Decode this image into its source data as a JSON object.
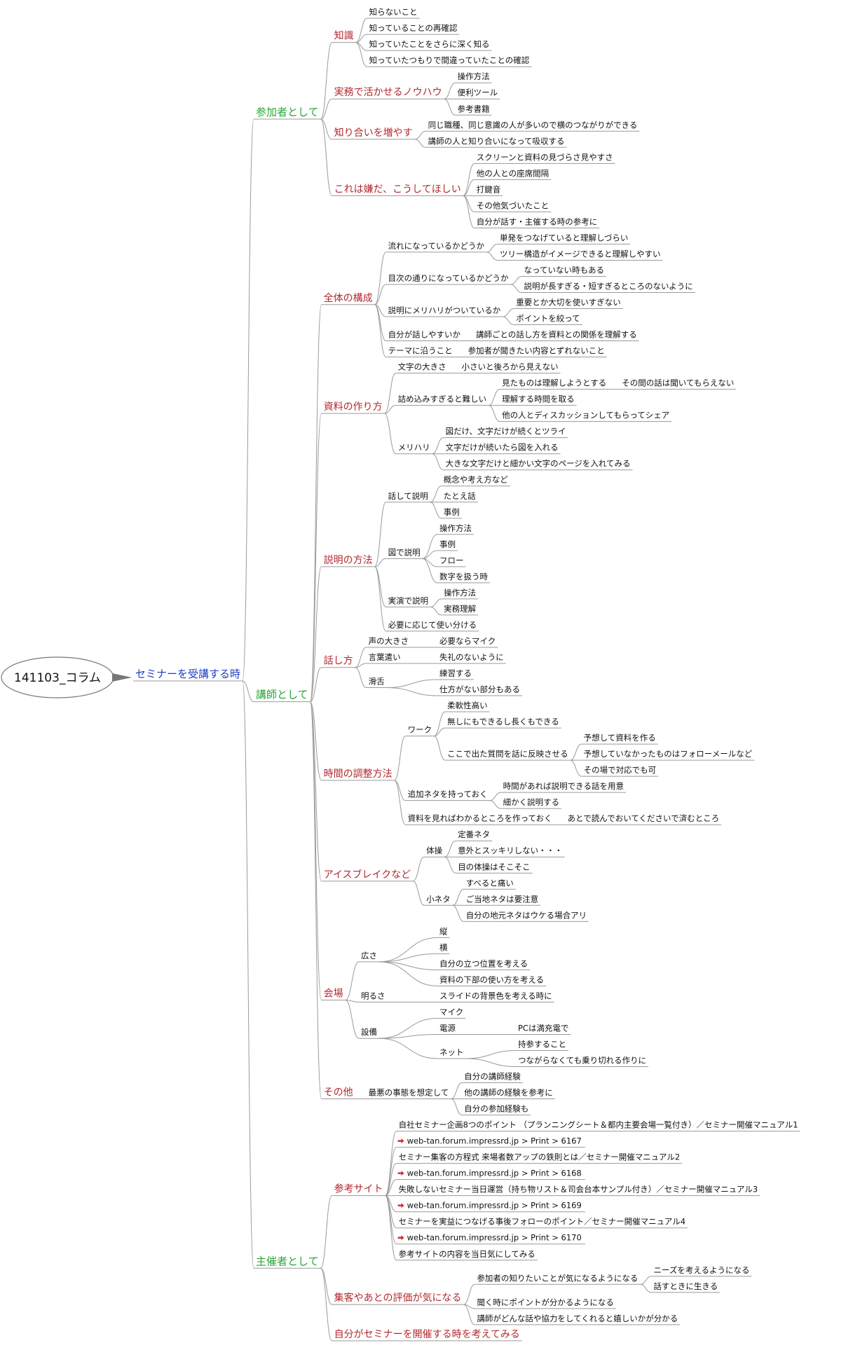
{
  "root": "141103_コラム",
  "colors": {
    "level1": "#1a3cc8",
    "level2": "#26a634",
    "level3": "#b3282e",
    "leaf": "#111111",
    "link": "#9a9a9a",
    "arrow": "#d8292b"
  },
  "tree": {
    "text": "セミナーを受講する時",
    "children": [
      {
        "text": "参加者として",
        "children": [
          {
            "text": "知識",
            "children": [
              {
                "text": "知らないこと"
              },
              {
                "text": "知っていることの再確認"
              },
              {
                "text": "知っていたことをさらに深く知る"
              },
              {
                "text": "知っていたつもりで間違っていたことの確認"
              }
            ]
          },
          {
            "text": "実務で活かせるノウハウ",
            "children": [
              {
                "text": "操作方法"
              },
              {
                "text": "便利ツール"
              },
              {
                "text": "参考書籍"
              }
            ]
          },
          {
            "text": "知り合いを増やす",
            "children": [
              {
                "text": "同じ職種、同じ意識の人が多いので横のつながりができる"
              },
              {
                "text": "講師の人と知り合いになって吸収する"
              }
            ]
          },
          {
            "text": "これは嫌だ、こうしてほしい",
            "children": [
              {
                "text": "スクリーンと資料の見づらさ見やすさ"
              },
              {
                "text": "他の人との座席間隔"
              },
              {
                "text": "打鍵音"
              },
              {
                "text": "その他気づいたこと"
              },
              {
                "text": "自分が話す・主催する時の参考に"
              }
            ]
          }
        ]
      },
      {
        "text": "講師として",
        "children": [
          {
            "text": "全体の構成",
            "children": [
              {
                "text": "流れになっているかどうか",
                "children": [
                  {
                    "text": "単発をつなげていると理解しづらい"
                  },
                  {
                    "text": "ツリー構造がイメージできると理解しやすい"
                  }
                ]
              },
              {
                "text": "目次の通りになっているかどうか",
                "children": [
                  {
                    "text": "なっていない時もある"
                  },
                  {
                    "text": "説明が長すぎる・短すぎるところのないように"
                  }
                ]
              },
              {
                "text": "説明にメリハリがついているか",
                "children": [
                  {
                    "text": "重要とか大切を使いすぎない"
                  },
                  {
                    "text": "ポイントを絞って"
                  }
                ]
              },
              {
                "text": "自分が話しやすいか",
                "children": [
                  {
                    "text": "講師ごとの話し方を資料との関係を理解する"
                  }
                ]
              },
              {
                "text": "テーマに沿うこと",
                "children": [
                  {
                    "text": "参加者が聞きたい内容とずれないこと"
                  }
                ]
              }
            ]
          },
          {
            "text": "資料の作り方",
            "children": [
              {
                "text": "文字の大きさ",
                "children": [
                  {
                    "text": "小さいと後ろから見えない"
                  }
                ]
              },
              {
                "text": "詰め込みすぎると難しい",
                "children": [
                  {
                    "text": "見たものは理解しようとする",
                    "children": [
                      {
                        "text": "その間の話は聞いてもらえない"
                      }
                    ]
                  },
                  {
                    "text": "理解する時間を取る"
                  },
                  {
                    "text": "他の人とディスカッションしてもらってシェア"
                  }
                ]
              },
              {
                "text": "メリハリ",
                "children": [
                  {
                    "text": "図だけ、文字だけが続くとツライ"
                  },
                  {
                    "text": "文字だけが続いたら図を入れる"
                  },
                  {
                    "text": "大きな文字だけと細かい文字のページを入れてみる"
                  }
                ]
              }
            ]
          },
          {
            "text": "説明の方法",
            "children": [
              {
                "text": "話して説明",
                "children": [
                  {
                    "text": "概念や考え方など"
                  },
                  {
                    "text": "たとえ話"
                  },
                  {
                    "text": "事例"
                  }
                ]
              },
              {
                "text": "図で説明",
                "children": [
                  {
                    "text": "操作方法"
                  },
                  {
                    "text": "事例"
                  },
                  {
                    "text": "フロー"
                  },
                  {
                    "text": "数字を扱う時"
                  }
                ]
              },
              {
                "text": "実演で説明",
                "children": [
                  {
                    "text": "操作方法"
                  },
                  {
                    "text": "実務理解"
                  }
                ]
              },
              {
                "text": "必要に応じて使い分ける"
              }
            ]
          },
          {
            "text": "話し方",
            "children": [
              {
                "text": "声の大きさ",
                "children": [
                  {
                    "text": "必要ならマイク"
                  }
                ]
              },
              {
                "text": "言葉遣い",
                "children": [
                  {
                    "text": "失礼のないように"
                  }
                ]
              },
              {
                "text": "滑舌",
                "children": [
                  {
                    "text": "練習する"
                  },
                  {
                    "text": "仕方がない部分もある"
                  }
                ]
              }
            ]
          },
          {
            "text": "時間の調整方法",
            "children": [
              {
                "text": "ワーク",
                "children": [
                  {
                    "text": "柔軟性高い"
                  },
                  {
                    "text": "無しにもできるし長くもできる"
                  },
                  {
                    "text": "ここで出た質問を話に反映させる",
                    "children": [
                      {
                        "text": "予想して資料を作る"
                      },
                      {
                        "text": "予想していなかったものはフォローメールなど"
                      },
                      {
                        "text": "その場で対応でも可"
                      }
                    ]
                  }
                ]
              },
              {
                "text": "追加ネタを持っておく",
                "children": [
                  {
                    "text": "時間があれば説明できる話を用意"
                  },
                  {
                    "text": "細かく説明する"
                  }
                ]
              },
              {
                "text": "資料を見ればわかるところを作っておく",
                "children": [
                  {
                    "text": "あとで読んでおいてくださいで済むところ"
                  }
                ]
              }
            ]
          },
          {
            "text": "アイスブレイクなど",
            "children": [
              {
                "text": "体操",
                "children": [
                  {
                    "text": "定番ネタ"
                  },
                  {
                    "text": "意外とスッキリしない・・・"
                  },
                  {
                    "text": "目の体操はそこそこ"
                  }
                ]
              },
              {
                "text": "小ネタ",
                "children": [
                  {
                    "text": "すべると痛い"
                  },
                  {
                    "text": "ご当地ネタは要注意"
                  },
                  {
                    "text": "自分の地元ネタはウケる場合アリ"
                  }
                ]
              }
            ]
          },
          {
            "text": "会場",
            "children": [
              {
                "text": "広さ",
                "children": [
                  {
                    "text": "縦"
                  },
                  {
                    "text": "横"
                  },
                  {
                    "text": "自分の立つ位置を考える"
                  },
                  {
                    "text": "資料の下部の使い方を考える"
                  }
                ]
              },
              {
                "text": "明るさ",
                "children": [
                  {
                    "text": "スライドの背景色を考える時に"
                  }
                ]
              },
              {
                "text": "設備",
                "children": [
                  {
                    "text": "マイク"
                  },
                  {
                    "text": "電源",
                    "children": [
                      {
                        "text": "PCは満充電で"
                      }
                    ]
                  },
                  {
                    "text": "ネット",
                    "children": [
                      {
                        "text": "持参すること"
                      },
                      {
                        "text": "つながらなくても乗り切れる作りに"
                      }
                    ]
                  }
                ]
              }
            ]
          },
          {
            "text": "その他",
            "children": [
              {
                "text": "最悪の事態を想定して",
                "children": [
                  {
                    "text": "自分の講師経験"
                  },
                  {
                    "text": "他の講師の経験を参考に"
                  },
                  {
                    "text": "自分の参加経験も"
                  }
                ]
              }
            ]
          }
        ]
      },
      {
        "text": "主催者として",
        "children": [
          {
            "text": "参考サイト",
            "children": [
              {
                "text": "自社セミナー企画8つのポイント （プランニングシート＆都内主要会場一覧付き）／セミナー開催マニュアル1"
              },
              {
                "text": "web-tan.forum.impressrd.jp > Print > 6167",
                "link": true
              },
              {
                "text": "セミナー集客の方程式 来場者数アップの鉄則とは／セミナー開催マニュアル2"
              },
              {
                "text": "web-tan.forum.impressrd.jp > Print > 6168",
                "link": true
              },
              {
                "text": "失敗しないセミナー当日運営（持ち物リスト＆司会台本サンプル付き）／セミナー開催マニュアル3"
              },
              {
                "text": "web-tan.forum.impressrd.jp > Print > 6169",
                "link": true
              },
              {
                "text": "セミナーを実益につなげる事後フォローのポイント／セミナー開催マニュアル4"
              },
              {
                "text": "web-tan.forum.impressrd.jp > Print > 6170",
                "link": true
              },
              {
                "text": "参考サイトの内容を当日気にしてみる"
              }
            ]
          },
          {
            "text": "集客やあとの評価が気になる",
            "children": [
              {
                "text": "参加者の知りたいことが気になるようになる",
                "children": [
                  {
                    "text": "ニーズを考えるようになる"
                  },
                  {
                    "text": "話すときに生きる"
                  }
                ]
              },
              {
                "text": "聞く時にポイントが分かるようになる"
              },
              {
                "text": "講師がどんな話や協力をしてくれると嬉しいかが分かる"
              }
            ]
          },
          {
            "text": "自分がセミナーを開催する時を考えてみる"
          }
        ]
      }
    ]
  }
}
